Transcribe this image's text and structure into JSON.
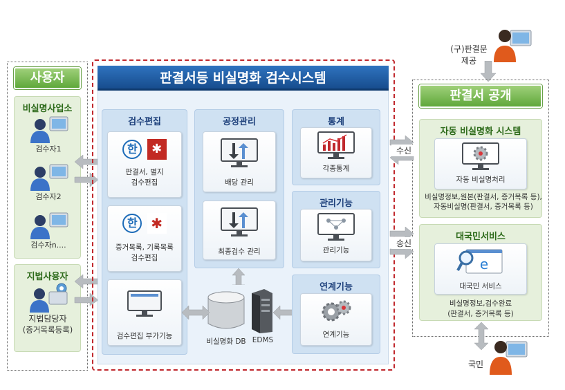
{
  "title": "판결서등 비실명화 검수시스템",
  "left": {
    "header": "사용자",
    "group1": {
      "title": "비실명사업소",
      "users": [
        "검수자1",
        "검수자2",
        "검수자n...."
      ]
    },
    "group2": {
      "title": "지법사용자",
      "user_line1": "지법담당자",
      "user_line2": "(증거목록등록)"
    }
  },
  "center": {
    "col1": {
      "title": "검수편집",
      "card1": [
        "판결서, 별지",
        "검수편집"
      ],
      "card2": [
        "증거목록, 기록목록",
        "검수편집"
      ],
      "card3": "검수편집 부가기능"
    },
    "col2": {
      "title": "공정관리",
      "card1": "배당 관리",
      "card2": "최종검수 관리"
    },
    "col3": {
      "stats_title": "통계",
      "stats_card": "각종통계",
      "mgmt_title": "관리기능",
      "mgmt_card": "관리기능",
      "link_title": "연계기능",
      "link_card": "연계기능"
    },
    "db_label": "비실명화 DB",
    "edms_label": "EDMS"
  },
  "right": {
    "top_label_line1": "(구)판결문",
    "top_label_line2": "제공",
    "header": "판결서 공개",
    "panel1": {
      "title": "자동 비실명화 시스템",
      "card": "자동 비실명처리",
      "note_line1": "비실명정보,원본(판결서, 증거목록 등),",
      "note_line2": "자동비실명(판결서, 증거목록 등)"
    },
    "panel2": {
      "title": "대국민서비스",
      "card": "대국민 서비스",
      "note_line1": "비실명정보,검수완료",
      "note_line2": "(판결서, 증거목록 등)"
    },
    "bottom_label": "국민"
  },
  "arrows": {
    "receive": "수신",
    "send": "송신"
  },
  "colors": {
    "green_header": "#5fa83a",
    "blue_title": "#1c5ea8",
    "red_dashed": "#c0282d",
    "column_bg": "#cfe1f2"
  }
}
